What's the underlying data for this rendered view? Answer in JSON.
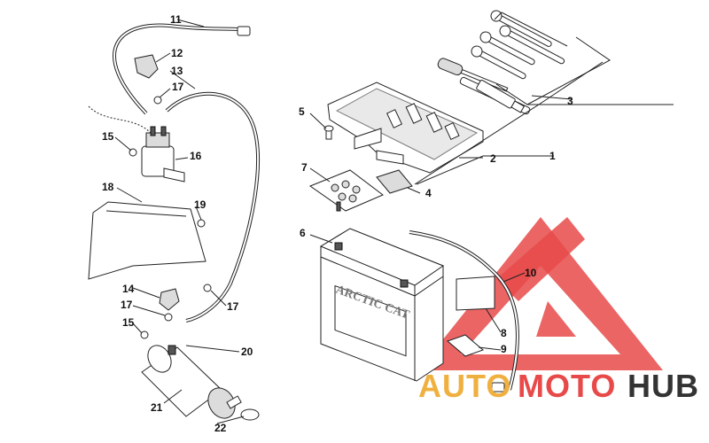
{
  "callouts": {
    "c1": "1",
    "c2": "2",
    "c3": "3",
    "c4": "4",
    "c5": "5",
    "c6": "6",
    "c7": "7",
    "c8": "8",
    "c9": "9",
    "c10": "10",
    "c11": "11",
    "c12": "12",
    "c13": "13",
    "c14": "14",
    "c15a": "15",
    "c15b": "15",
    "c16": "16",
    "c17a": "17",
    "c17b": "17",
    "c17c": "17",
    "c18": "18",
    "c19": "19",
    "c20": "20",
    "c21": "21",
    "c22": "22"
  },
  "battery": {
    "brand": "ARCTIC CAT"
  },
  "watermark": {
    "part1": "AUTO",
    "part2": "MOTO",
    "part3": "HUB",
    "color_main": "#e84a4a",
    "color_accent": "#f0b040",
    "color_hub": "#333333"
  }
}
